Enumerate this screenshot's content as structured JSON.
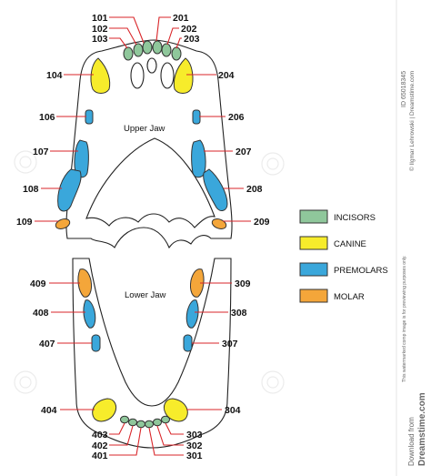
{
  "upper_jaw_label": "Upper Jaw",
  "lower_jaw_label": "Lower Jaw",
  "legend": [
    {
      "label": "INCISORS",
      "color": "#8fc79b"
    },
    {
      "label": "CANINE",
      "color": "#f7ec2b"
    },
    {
      "label": "PREMOLARS",
      "color": "#3aa7db"
    },
    {
      "label": "MOLAR",
      "color": "#f4a63a"
    }
  ],
  "upper_right_labels": [
    "101",
    "102",
    "103",
    "104",
    "106",
    "107",
    "108",
    "109"
  ],
  "upper_left_labels": [
    "201",
    "202",
    "203",
    "204",
    "206",
    "207",
    "208",
    "209"
  ],
  "lower_left_labels": [
    "301",
    "302",
    "303",
    "304",
    "307",
    "308",
    "309"
  ],
  "lower_right_labels": [
    "401",
    "402",
    "403",
    "404",
    "407",
    "408",
    "409"
  ],
  "watermark": {
    "id": "ID 65018345",
    "author": "© Ilgmar Lehrowski | Dreamstime.com",
    "note": "This watermarked comp image is for previewing purposes only.",
    "download": "Download from",
    "site": "Dreamstime.com"
  }
}
